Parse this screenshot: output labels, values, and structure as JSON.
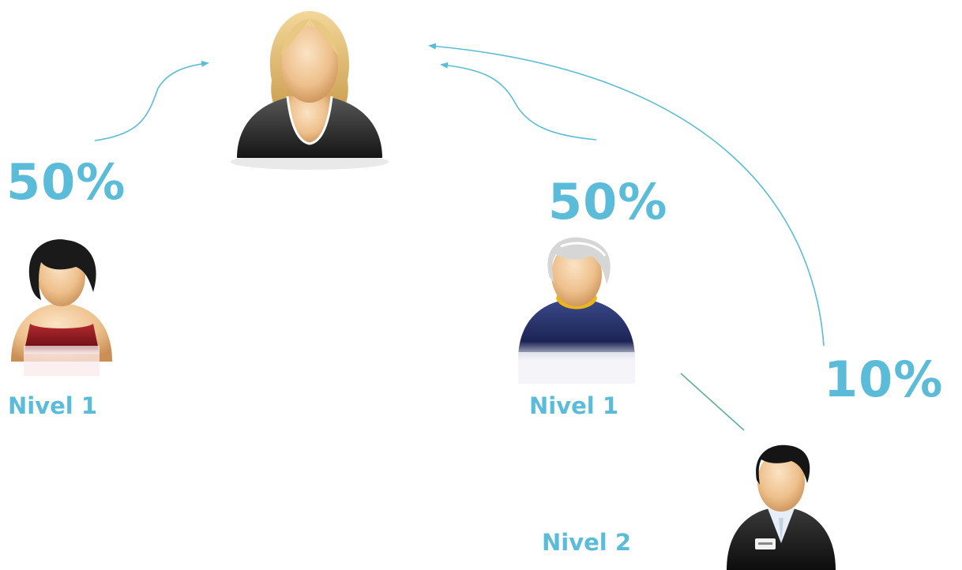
{
  "diagram": {
    "accent_color": "#5bbcd9",
    "connector_color": "#5fae9a",
    "percentages": {
      "left": "50%",
      "center": "50%",
      "right": "10%"
    },
    "levels": {
      "left": "Nivel 1",
      "center": "Nivel 1",
      "bottom": "Nivel 2"
    },
    "avatars": [
      {
        "icon": "blonde-woman-avatar-icon"
      },
      {
        "icon": "dark-haired-woman-avatar-icon"
      },
      {
        "icon": "gray-haired-man-avatar-icon"
      },
      {
        "icon": "businessman-avatar-icon"
      }
    ]
  }
}
